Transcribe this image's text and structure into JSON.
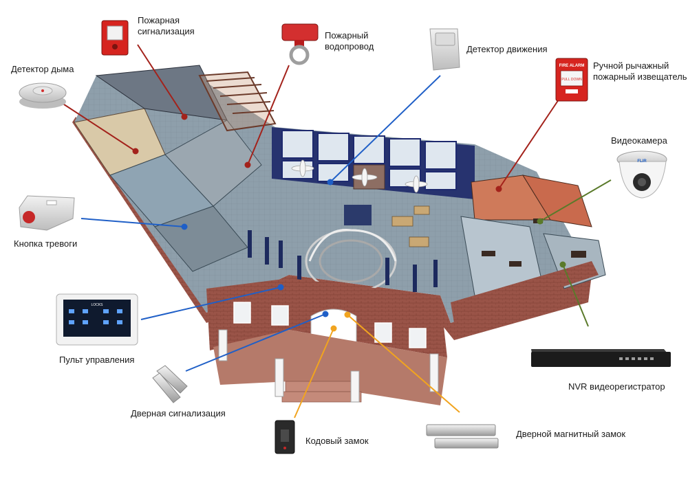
{
  "colors": {
    "red_line": "#a3221b",
    "blue_line": "#1f5fc7",
    "orange_line": "#f1a41f",
    "green_line": "#5a7a2a",
    "brick": "#9a5448",
    "floor": "#8b9ba7",
    "window_frame": "#1e2a6e"
  },
  "labels": {
    "fire_alarm_line1": "Пожарная",
    "fire_alarm_line2": "сигнализация",
    "sprinkler_line1": "Пожарный",
    "sprinkler_line2": "водопровод",
    "motion_detector": "Детектор движения",
    "manual_call_line1": "Ручной рычажный",
    "manual_call_line2": "пожарный извещатель",
    "smoke_detector": "Детектор дыма",
    "camera": "Видеокамера",
    "panic_button": "Кнопка тревоги",
    "control_panel": "Пульт управления",
    "nvr": "NVR видеорегистратор",
    "door_alarm": "Дверная сигнализация",
    "code_lock": "Кодовый замок",
    "mag_lock": "Дверной магнитный замок"
  },
  "device_text": {
    "fire_alarm_box_top": "FIRE  ALARM",
    "fire_alarm_box_mid": "PULL  DOWN",
    "camera_brand": "FLIR",
    "panel_header": "LOCKS"
  }
}
